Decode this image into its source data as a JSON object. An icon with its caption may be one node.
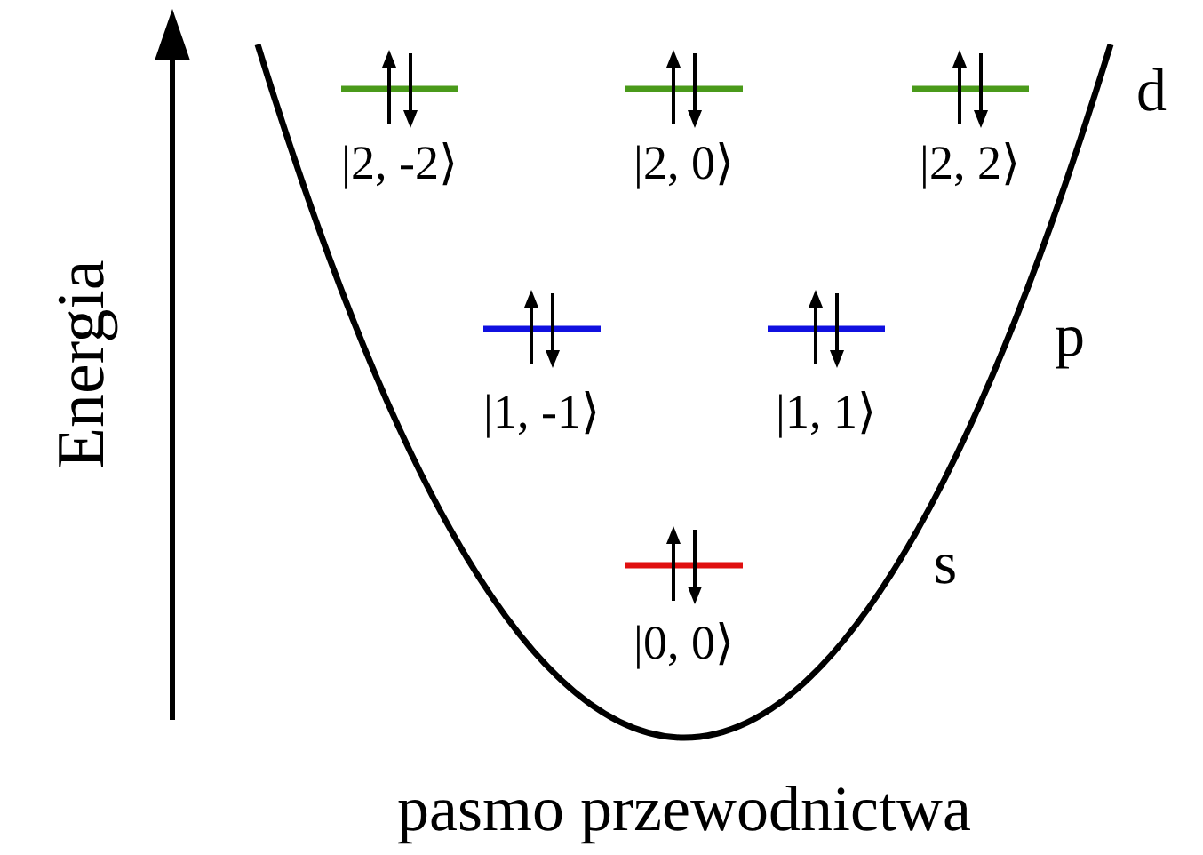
{
  "diagram": {
    "labels": [
      "d",
      "|2, -2⟩",
      "|2, 0⟩",
      "|2, 2⟩",
      "Energia",
      "p",
      "|1, -1⟩",
      "|1, 1⟩",
      "s",
      "|0, 0⟩",
      "pasmo przewodnictwa"
    ]
  }
}
